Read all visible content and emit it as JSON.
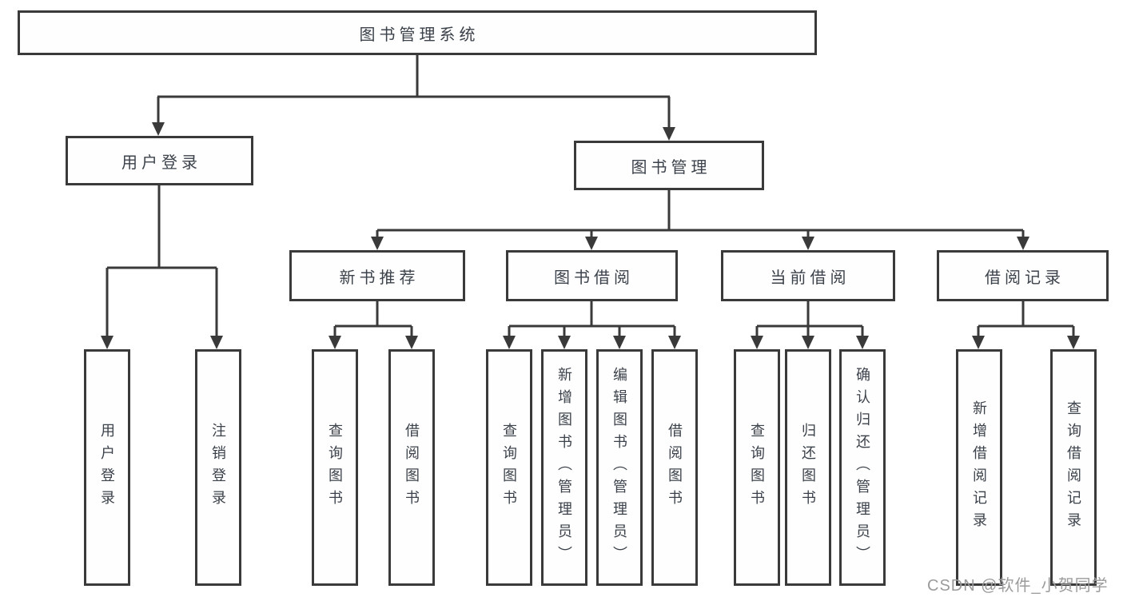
{
  "diagram": {
    "root": "图书管理系统",
    "level2": {
      "user_login": "用户登录",
      "book_mgmt": "图书管理"
    },
    "level3": {
      "new_book": "新书推荐",
      "book_borrow": "图书借阅",
      "current_borrow": "当前借阅",
      "borrow_record": "借阅记录"
    },
    "leaves": {
      "user_login_leaf": "用户登录",
      "logout": "注销登录",
      "nb_query": "查询图书",
      "nb_borrow": "借阅图书",
      "bb_query": "查询图书",
      "bb_add": "新增图书（管理员）",
      "bb_edit": "编辑图书（管理员）",
      "bb_borrow": "借阅图书",
      "cb_query": "查询图书",
      "cb_return": "归还图书",
      "cb_confirm": "确认归还（管理员）",
      "br_add": "新增借阅记录",
      "br_query": "查询借阅记录"
    }
  },
  "watermark": "CSDN @软件_小贺同学",
  "colors": {
    "line": "#3a3a3a",
    "text": "#3c424b",
    "watermark": "#9b9b9e"
  }
}
